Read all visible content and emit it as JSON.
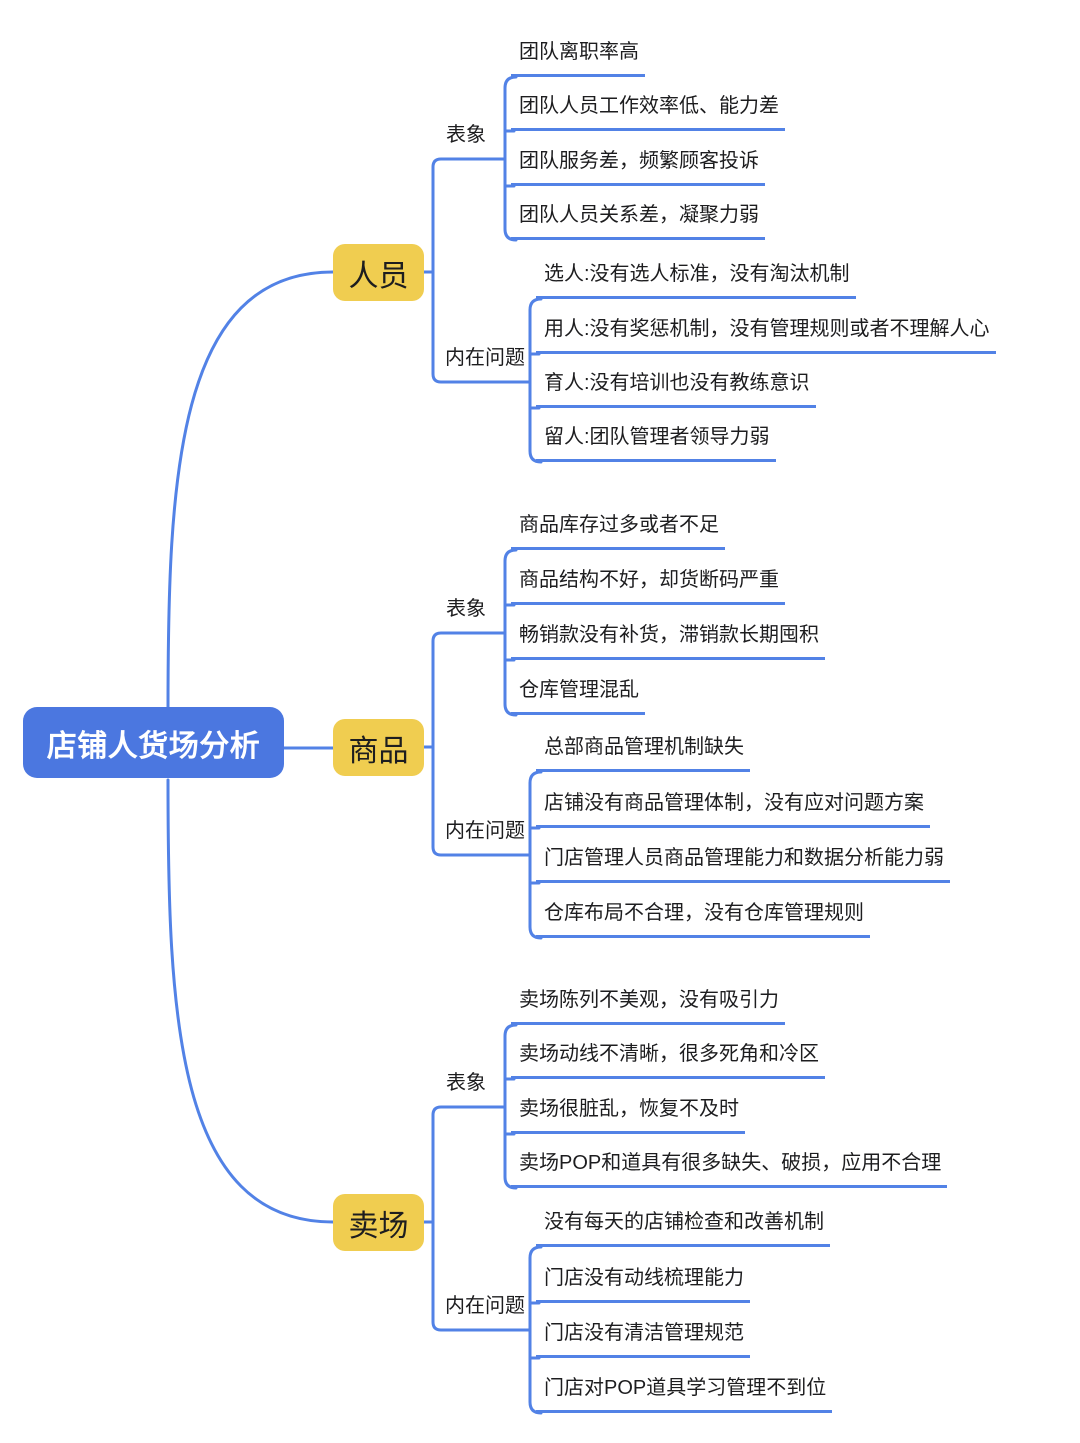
{
  "title": "店铺人货场分析",
  "colors": {
    "line_blue": "#5282E6",
    "root_blue": "#4B77E0",
    "branch_yellow": "#F0CD50",
    "text_black": "#1D1D1F",
    "root_text_white": "#FFFFFF"
  },
  "branches": [
    {
      "label": "人员",
      "groups": [
        {
          "label": "表象",
          "items": [
            "团队离职率高",
            "团队人员工作效率低、能力差",
            "团队服务差，频繁顾客投诉",
            "团队人员关系差，凝聚力弱"
          ]
        },
        {
          "label": "内在问题",
          "items": [
            "选人:没有选人标准，没有淘汰机制",
            "用人:没有奖惩机制，没有管理规则或者不理解人心",
            "育人:没有培训也没有教练意识",
            "留人:团队管理者领导力弱"
          ]
        }
      ]
    },
    {
      "label": "商品",
      "groups": [
        {
          "label": "表象",
          "items": [
            "商品库存过多或者不足",
            "商品结构不好，却货断码严重",
            "畅销款没有补货，滞销款长期囤积",
            "仓库管理混乱"
          ]
        },
        {
          "label": "内在问题",
          "items": [
            "总部商品管理机制缺失",
            "店铺没有商品管理体制，没有应对问题方案",
            "门店管理人员商品管理能力和数据分析能力弱",
            "仓库布局不合理，没有仓库管理规则"
          ]
        }
      ]
    },
    {
      "label": "卖场",
      "groups": [
        {
          "label": "表象",
          "items": [
            "卖场陈列不美观，没有吸引力",
            "卖场动线不清晰，很多死角和冷区",
            "卖场很脏乱，恢复不及时",
            "卖场POP和道具有很多缺失、破损，应用不合理"
          ]
        },
        {
          "label": "内在问题",
          "items": [
            "没有每天的店铺检查和改善机制",
            "门店没有动线梳理能力",
            "门店没有清洁管理规范",
            "门店对POP道具学习管理不到位"
          ]
        }
      ]
    }
  ]
}
